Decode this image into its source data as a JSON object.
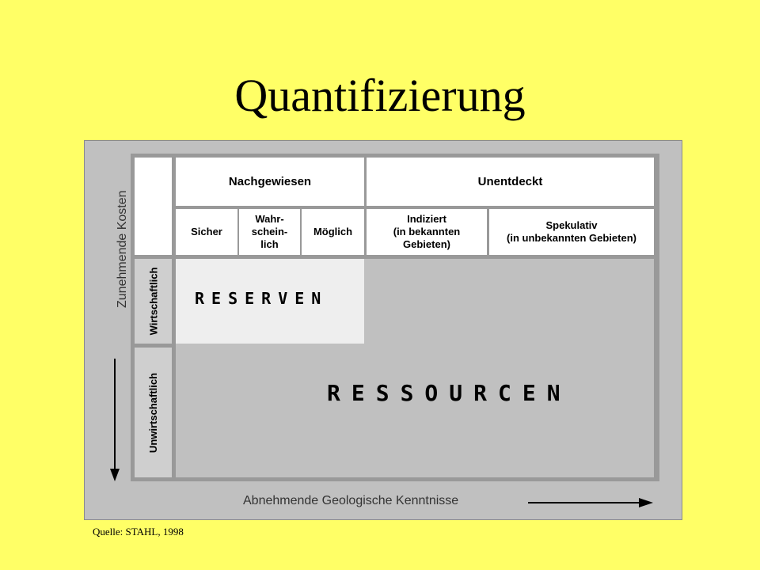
{
  "slide": {
    "title": "Quantifizierung",
    "source": "Quelle: STAHL, 1998"
  },
  "diagram": {
    "axis_vertical": "Zunehmende Kosten",
    "axis_horizontal": "Abnehmende Geologische Kenntnisse",
    "header_top": {
      "nachgewiesen": "Nachgewiesen",
      "unentdeckt": "Unentdeckt"
    },
    "header_sub": {
      "sicher": "Sicher",
      "wahrscheinlich_l1": "Wahr-",
      "wahrscheinlich_l2": "schein-",
      "wahrscheinlich_l3": "lich",
      "moeglich": "Möglich",
      "indiziert_l1": "Indiziert",
      "indiziert_l2": "(in bekannten",
      "indiziert_l3": "Gebieten)",
      "spekulativ_l1": "Spekulativ",
      "spekulativ_l2": "(in unbekannten Gebieten)"
    },
    "row_labels": {
      "wirtschaftlich": "Wirtschaftlich",
      "unwirtschaftlich": "Unwirtschaftlich"
    },
    "areas": {
      "reserven": "RESERVEN",
      "ressourcen": "RESSOURCEN"
    },
    "colors": {
      "background": "#ffff66",
      "panel": "#c0c0c0",
      "reserven_fill": "#eeeeee",
      "header_fill": "#ffffff"
    }
  }
}
